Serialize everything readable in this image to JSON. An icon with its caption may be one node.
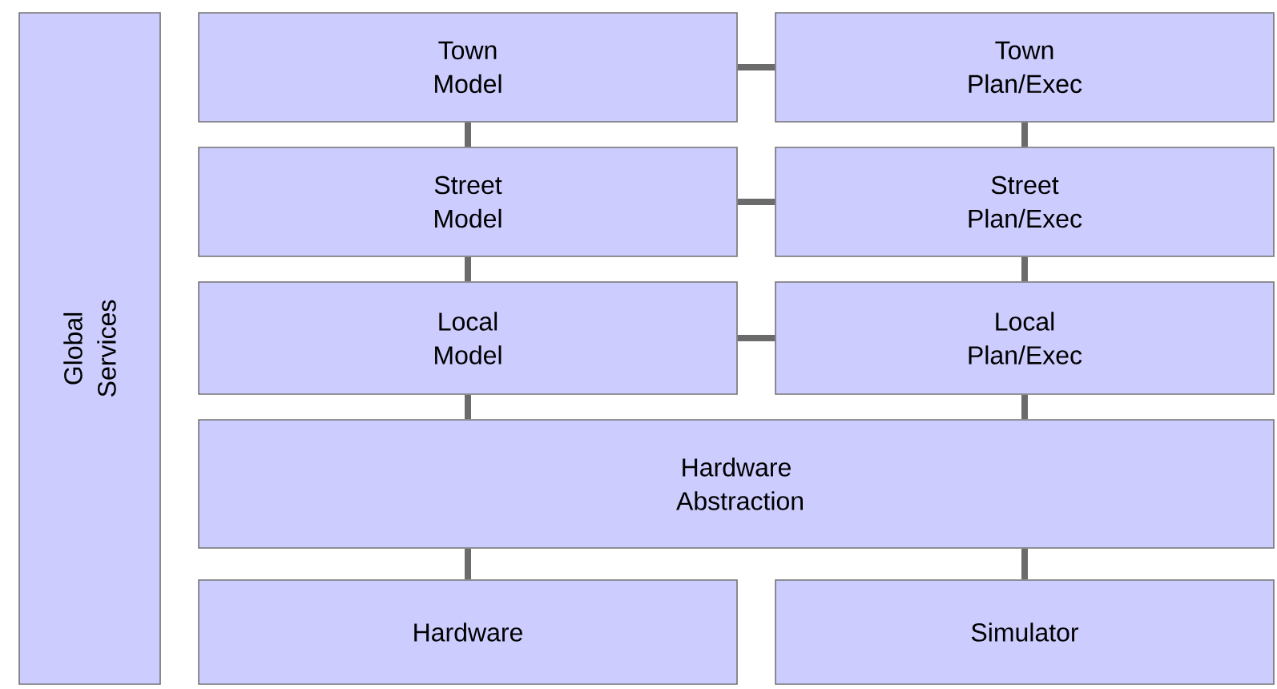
{
  "diagram": {
    "nodes": [
      {
        "text": [
          "Global Services"
        ]
      },
      {
        "text": [
          "Town Model"
        ]
      },
      {
        "text": [
          "Town Plan/Exec"
        ]
      },
      {
        "text": [
          "Street Model"
        ]
      },
      {
        "text": [
          "Street Plan/Exec"
        ]
      },
      {
        "text": [
          "Local Model"
        ]
      },
      {
        "text": [
          "Local Plan/Exec"
        ]
      },
      {
        "text": [
          "Hardware Abstraction"
        ]
      },
      {
        "text": [
          "Hardware"
        ]
      },
      {
        "text": [
          "Simulator"
        ]
      }
    ],
    "edges": [
      {
        "from": 1,
        "to": 2,
        "arrow": "none"
      },
      {
        "from": 1,
        "to": 3,
        "arrow": "none"
      },
      {
        "from": 2,
        "to": 4,
        "arrow": "none"
      },
      {
        "from": 3,
        "to": 4,
        "arrow": "none"
      },
      {
        "from": 3,
        "to": 5,
        "arrow": "none"
      },
      {
        "from": 4,
        "to": 6,
        "arrow": "none"
      },
      {
        "from": 5,
        "to": 6,
        "arrow": "none"
      },
      {
        "from": 5,
        "to": 7,
        "arrow": "none"
      },
      {
        "from": 6,
        "to": 7,
        "arrow": "none"
      },
      {
        "from": 7,
        "to": 8,
        "arrow": "none"
      },
      {
        "from": 7,
        "to": 9,
        "arrow": "none"
      }
    ]
  }
}
